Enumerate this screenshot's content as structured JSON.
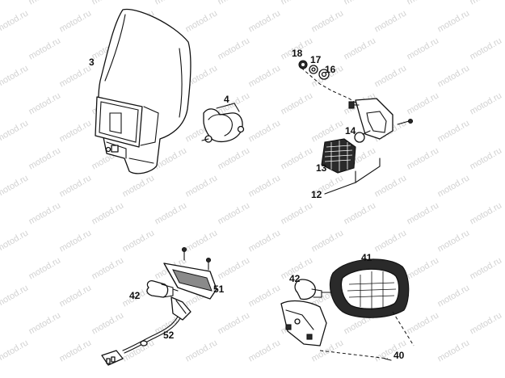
{
  "watermark": {
    "text": "motod.ru"
  },
  "callouts": [
    {
      "id": "headlight-mask",
      "label": "3"
    },
    {
      "id": "mounting-bracket",
      "label": "4"
    },
    {
      "id": "nut",
      "label": "18"
    },
    {
      "id": "spring-washer",
      "label": "17"
    },
    {
      "id": "washer",
      "label": "16"
    },
    {
      "id": "indicator-bulb",
      "label": "14"
    },
    {
      "id": "indicator-lens",
      "label": "13"
    },
    {
      "id": "turn-signal-assembly",
      "label": "12"
    },
    {
      "id": "tail-light-lens",
      "label": "41"
    },
    {
      "id": "tail-bulb",
      "label": "42"
    },
    {
      "id": "plate-light-lens",
      "label": "51"
    },
    {
      "id": "plate-bulb",
      "label": "42"
    },
    {
      "id": "bulb-socket-cable",
      "label": "52"
    },
    {
      "id": "tail-light-assembly",
      "label": "40"
    }
  ]
}
